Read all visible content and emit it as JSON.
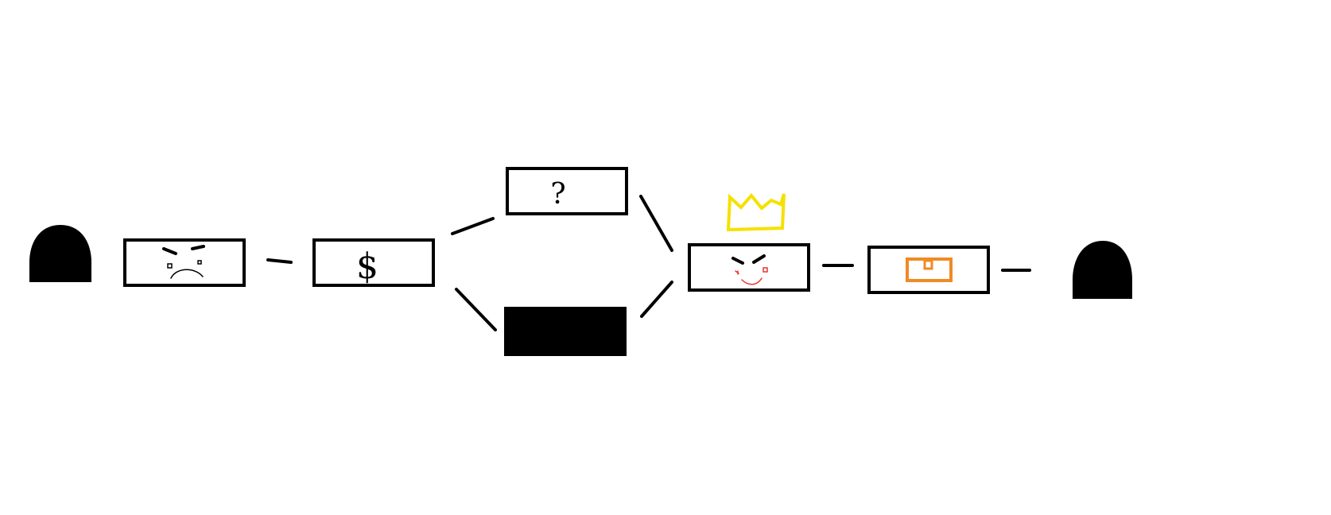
{
  "diagram": {
    "colors": {
      "background": "#ffffff",
      "stroke": "#000000",
      "crown": "#f5e100",
      "chest": "#f08a24",
      "smile": "#e53935"
    },
    "nodes": [
      {
        "id": "start-gate",
        "icon": "arch-silhouette-icon"
      },
      {
        "id": "angry-face-box",
        "icon": "angry-face-icon"
      },
      {
        "id": "dollar-box",
        "icon": "dollar-sign-icon",
        "glyph": "$"
      },
      {
        "id": "question-box",
        "icon": "question-mark-icon",
        "glyph": "?"
      },
      {
        "id": "black-box",
        "icon": "filled-black-rectangle"
      },
      {
        "id": "king-face-box",
        "icon": "smiling-face-with-crown-icon"
      },
      {
        "id": "chest-box",
        "icon": "treasure-chest-icon"
      },
      {
        "id": "end-gate",
        "icon": "arch-silhouette-icon"
      }
    ],
    "edges": [
      {
        "from": "angry-face-box",
        "to": "dollar-box"
      },
      {
        "from": "dollar-box",
        "to": "question-box"
      },
      {
        "from": "dollar-box",
        "to": "black-box"
      },
      {
        "from": "question-box",
        "to": "king-face-box"
      },
      {
        "from": "black-box",
        "to": "king-face-box"
      },
      {
        "from": "king-face-box",
        "to": "chest-box"
      },
      {
        "from": "chest-box",
        "to": "end-gate"
      }
    ]
  }
}
